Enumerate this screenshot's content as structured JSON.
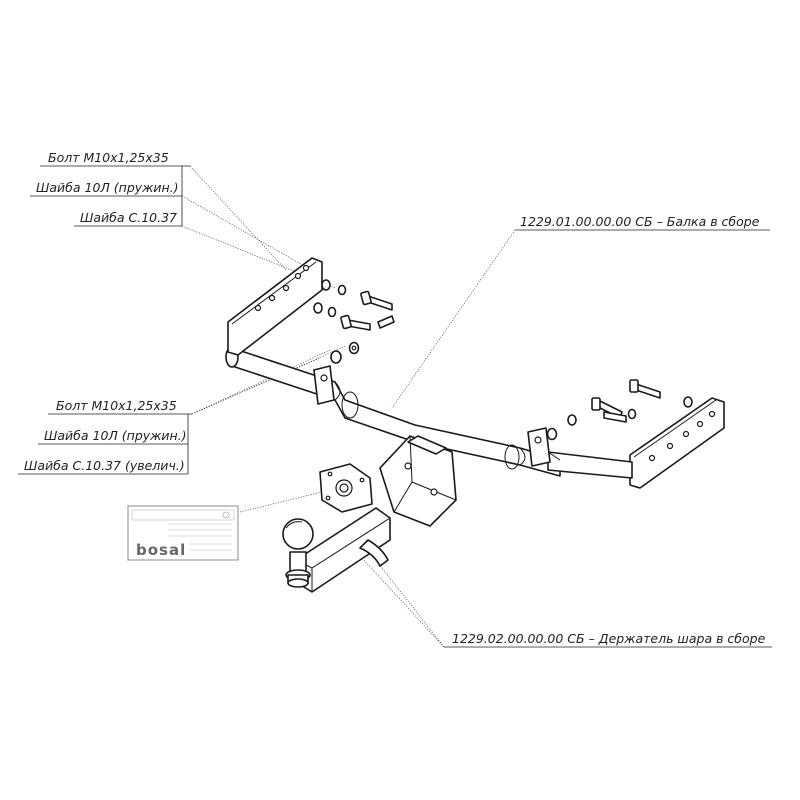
{
  "callouts": {
    "group_top": {
      "line1": "Болт М10х1,25х35",
      "line2": "Шайба 10Л (пружин.)",
      "line3": "Шайба С.10.37"
    },
    "group_mid": {
      "line1": "Болт М10х1,25х35",
      "line2": "Шайба 10Л (пружин.)",
      "line3": "Шайба С.10.37 (увелич.)"
    },
    "beam": "1229.01.00.00.00 СБ – Балка в сборе",
    "ball_holder": "1229.02.00.00.00 СБ – Держатель шара в сборе"
  },
  "plate": {
    "brand": "bosal"
  }
}
